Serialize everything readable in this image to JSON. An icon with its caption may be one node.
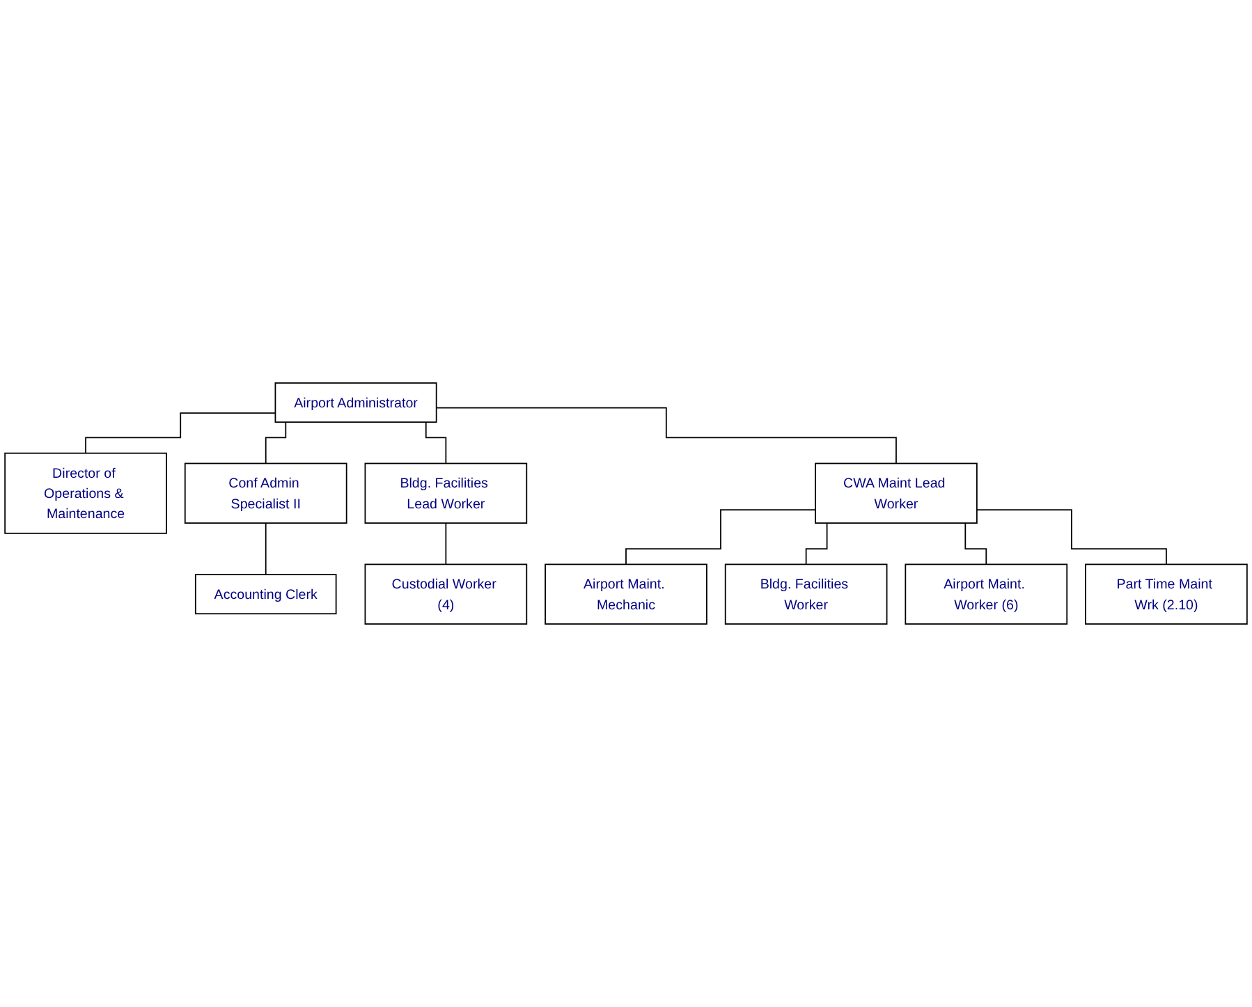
{
  "diagram": {
    "nodes": [
      {
        "text": [
          "Airport Administrator"
        ]
      },
      {
        "text": [
          "Director of Operations & Maintenance"
        ]
      },
      {
        "text": [
          "Conf Admin Specialist II"
        ]
      },
      {
        "text": [
          "Accounting Clerk"
        ]
      },
      {
        "text": [
          "Bldg. Facilities Lead Worker"
        ]
      },
      {
        "text": [
          "Custodial Worker (4)"
        ]
      },
      {
        "text": [
          "CWA Maint Lead Worker"
        ]
      },
      {
        "text": [
          "Airport Maint. Mechanic"
        ]
      },
      {
        "text": [
          "Bldg. Facilities Worker"
        ]
      },
      {
        "text": [
          "Airport Maint. Worker (6)"
        ]
      },
      {
        "text": [
          "Part Time Maint Wrk (2.10)"
        ]
      }
    ],
    "edges": [
      {
        "from": 0,
        "to": 1,
        "arrow": "none"
      },
      {
        "from": 0,
        "to": 2,
        "arrow": "none"
      },
      {
        "from": 2,
        "to": 3,
        "arrow": "none"
      },
      {
        "from": 0,
        "to": 4,
        "arrow": "none"
      },
      {
        "from": 4,
        "to": 5,
        "arrow": "none"
      },
      {
        "from": 0,
        "to": 6,
        "arrow": "none"
      },
      {
        "from": 6,
        "to": 7,
        "arrow": "none"
      },
      {
        "from": 6,
        "to": 8,
        "arrow": "none"
      },
      {
        "from": 6,
        "to": 9,
        "arrow": "none"
      },
      {
        "from": 6,
        "to": 10,
        "arrow": "none"
      }
    ]
  }
}
